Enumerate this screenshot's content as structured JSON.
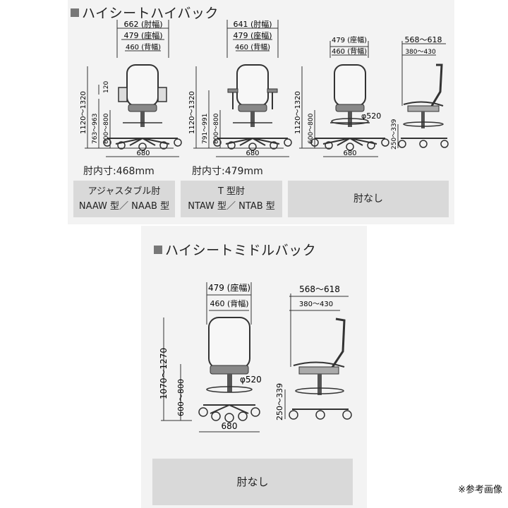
{
  "sections": {
    "high_back_title": "ハイシートハイバック",
    "middle_back_title": "ハイシートミドルバック"
  },
  "variants": [
    {
      "arm_width": "662 (肘幅)",
      "seat_width": "479 (座幅)",
      "back_width": "460 (背幅)",
      "total_height": "1120～1320",
      "arm_height": "763～963",
      "seat_height": "600～800",
      "arm_gap": "120",
      "base_width": "680",
      "inner_width": "肘内寸:468mm",
      "label_line1": "アジャスタブル肘",
      "label_line2": "NAAW 型／ NAAB 型"
    },
    {
      "arm_width": "641 (肘幅)",
      "seat_width": "479 (座幅)",
      "back_width": "460 (背幅)",
      "total_height": "1120～1320",
      "arm_height": "791～991",
      "seat_height": "600～800",
      "base_width": "680",
      "inner_width": "肘内寸:479mm",
      "label_line1": "T 型肘",
      "label_line2": "NTAW 型／ NTAB 型"
    },
    {
      "seat_width": "479 (座幅)",
      "back_width": "460 (背幅)",
      "total_height": "1120～1320",
      "seat_height": "600～800",
      "base_width": "680",
      "ring": "φ520",
      "label_line1": "肘なし"
    }
  ],
  "side_high": {
    "depth": "568～618",
    "seat_depth": "380～430",
    "foot_height": "250～339"
  },
  "middle": {
    "seat_width": "479 (座幅)",
    "back_width": "460 (背幅)",
    "total_height": "1070～1270",
    "seat_height": "600～800",
    "base_width": "680",
    "ring": "φ520",
    "depth": "568～618",
    "seat_depth": "380～430",
    "foot_height": "250～339",
    "label": "肘なし"
  },
  "reference_note": "※参考画像"
}
